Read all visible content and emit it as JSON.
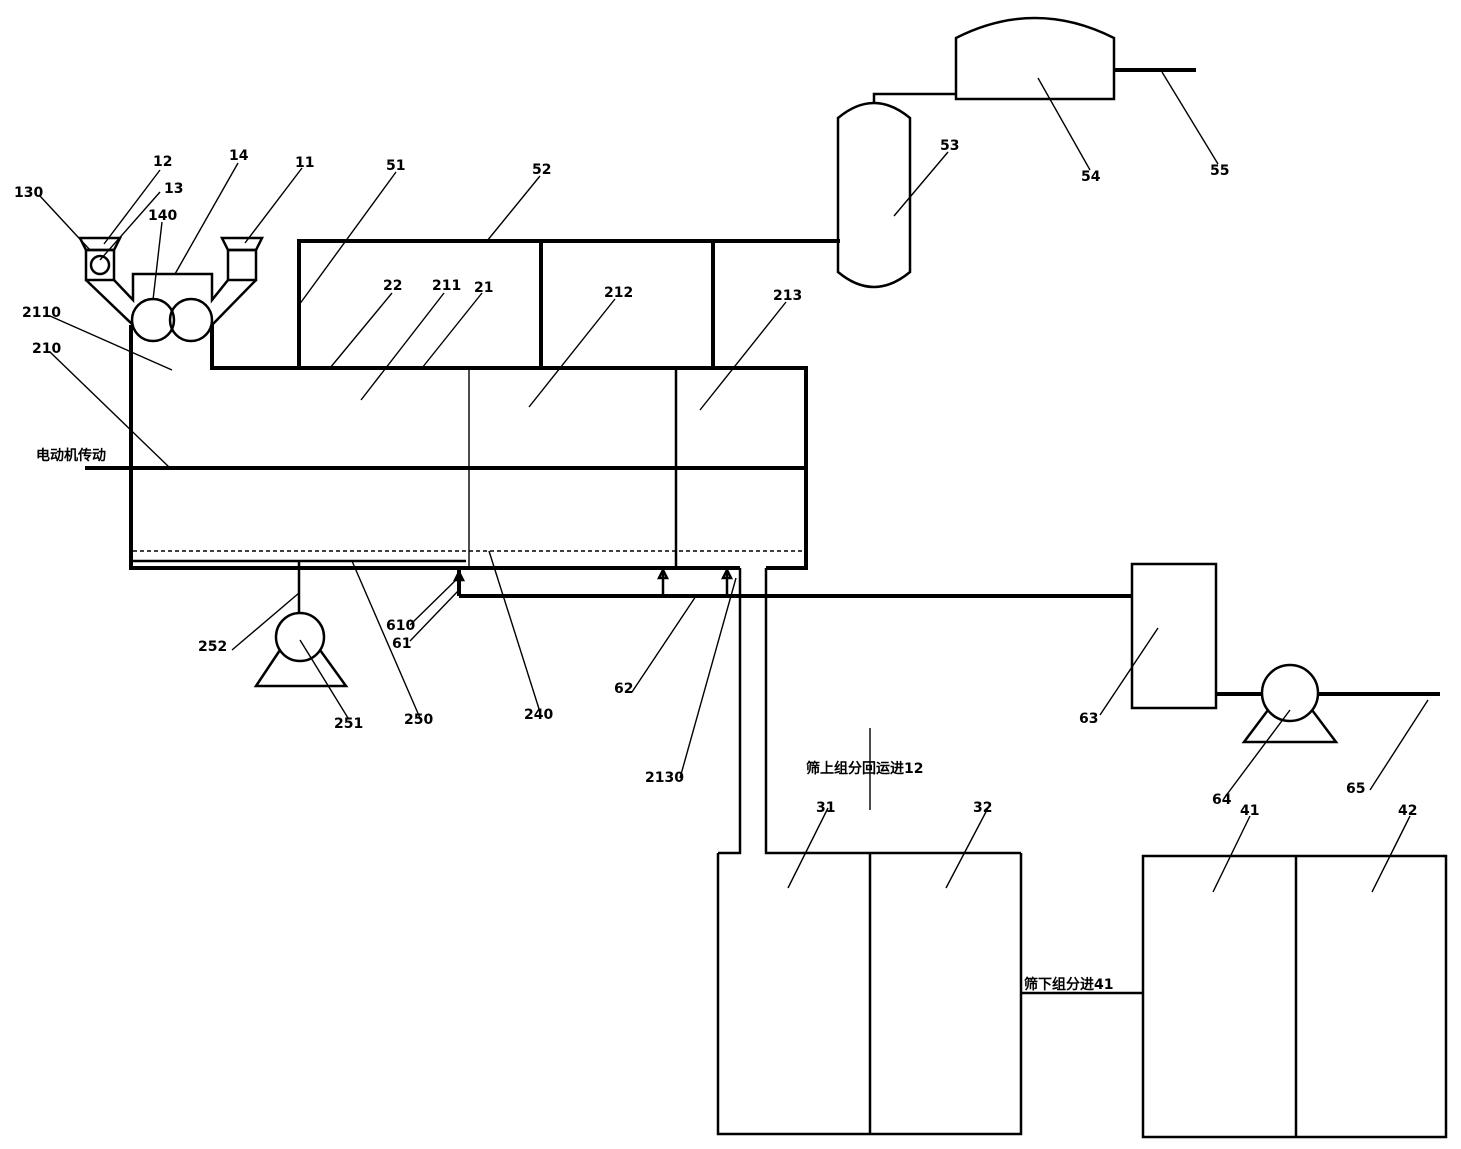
{
  "labels": {
    "l11": "11",
    "l12": "12",
    "l13": "13",
    "l14": "14",
    "l130": "130",
    "l140": "140",
    "l2110": "2110",
    "l210": "210",
    "l22": "22",
    "l211": "211",
    "l21": "21",
    "l212": "212",
    "l213": "213",
    "l51": "51",
    "l52": "52",
    "l53": "53",
    "l54": "54",
    "l55": "55",
    "l252": "252",
    "l251": "251",
    "l250": "250",
    "l240": "240",
    "l610": "610",
    "l61": "61",
    "l62": "62",
    "l63": "63",
    "l64": "64",
    "l65": "65",
    "l2130": "2130",
    "l31": "31",
    "l32": "32",
    "l41": "41",
    "l42": "42"
  },
  "annotations": {
    "motor_drive": "电动机传动",
    "oversize_return": "筛上组分回运进12",
    "undersize_to_41": "筛下组分进41"
  }
}
